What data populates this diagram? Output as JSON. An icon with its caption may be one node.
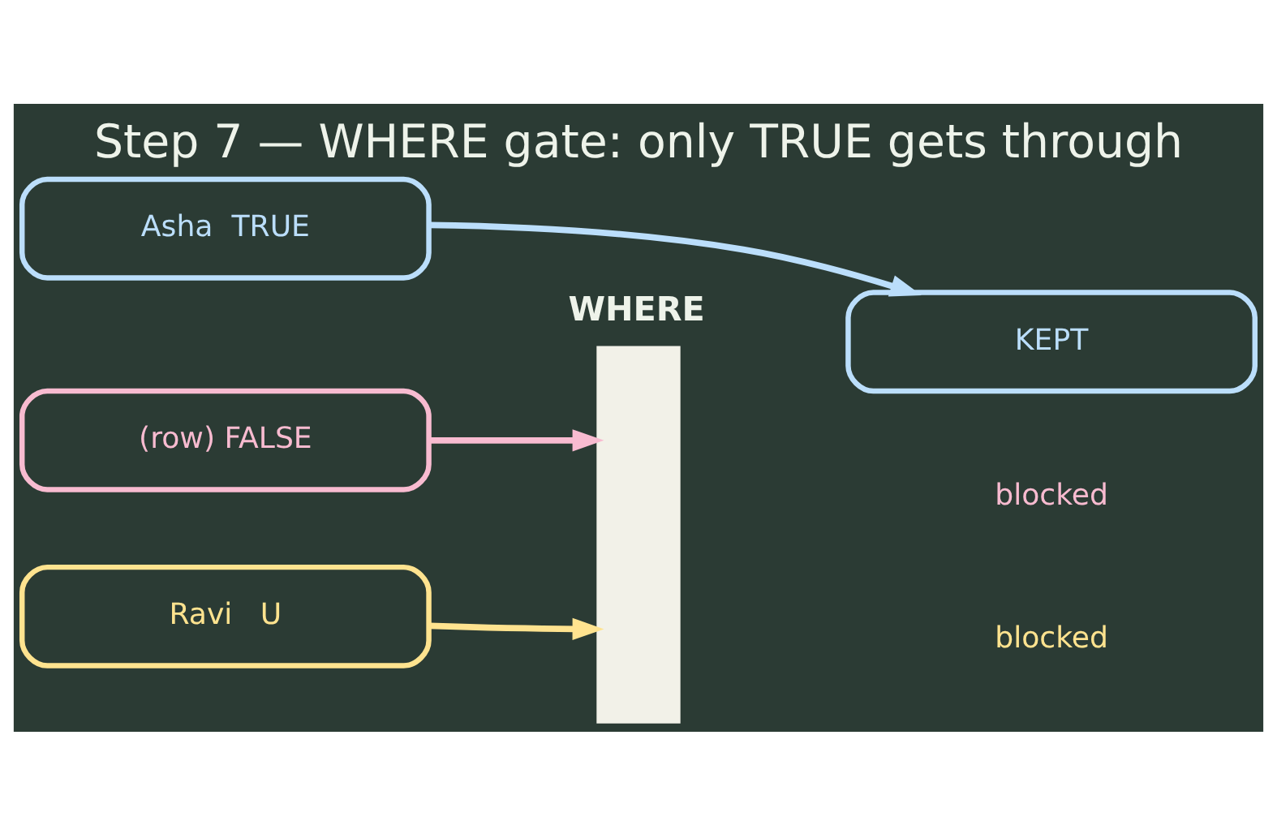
{
  "diagram": {
    "title": "Step 7 — WHERE gate: only TRUE gets through",
    "nodes": [
      {
        "text": [
          "WHERE"
        ]
      },
      {
        "text": [
          "Asha  TRUE"
        ]
      },
      {
        "text": [
          "KEPT"
        ]
      },
      {
        "text": [
          "(row) FALSE"
        ]
      },
      {
        "text": [
          "Ravi   U"
        ]
      }
    ],
    "edges": [
      {
        "from": 1,
        "to": 2,
        "arrow": "to",
        "color": "#bbdefb"
      },
      {
        "from": 3,
        "to": 0,
        "arrow": "to",
        "color": "#f8bbd0"
      },
      {
        "from": 4,
        "to": 0,
        "arrow": "to",
        "color": "#ffe38f"
      }
    ],
    "labels": [
      "blocked",
      "blocked"
    ]
  }
}
